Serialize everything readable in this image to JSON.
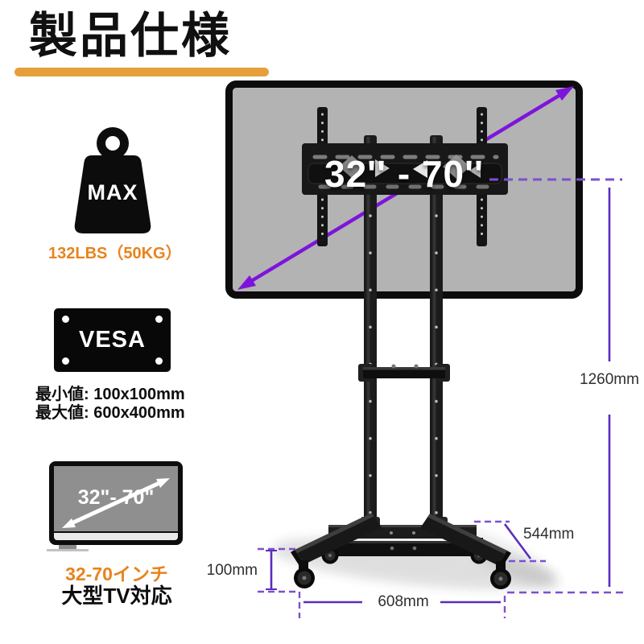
{
  "header": {
    "title": "製品仕様"
  },
  "specs": {
    "max_load": {
      "icon_text": "MAX",
      "value": "132LBS（50KG）"
    },
    "vesa": {
      "label": "VESA",
      "min": "最小値: 100x100mm",
      "max": "最大値: 600x400mm"
    },
    "tv": {
      "inline_range": "32\"- 70\"",
      "range_label": "32-70インチ",
      "support_label": "大型TV対応"
    }
  },
  "diagram": {
    "bracket_label": "32'' - 70''",
    "dims": {
      "height": "1260mm",
      "depth": "544mm",
      "wheel": "100mm",
      "width": "608mm"
    }
  },
  "colors": {
    "accent_orange": "#E8831D",
    "title_underline": "#E5A03C",
    "arrow_purple": "#7E14DC",
    "dimension_purple": "#5B2DBE",
    "dashed_purple": "#7E4FD0",
    "screen_gray": "#B3B3B3"
  }
}
